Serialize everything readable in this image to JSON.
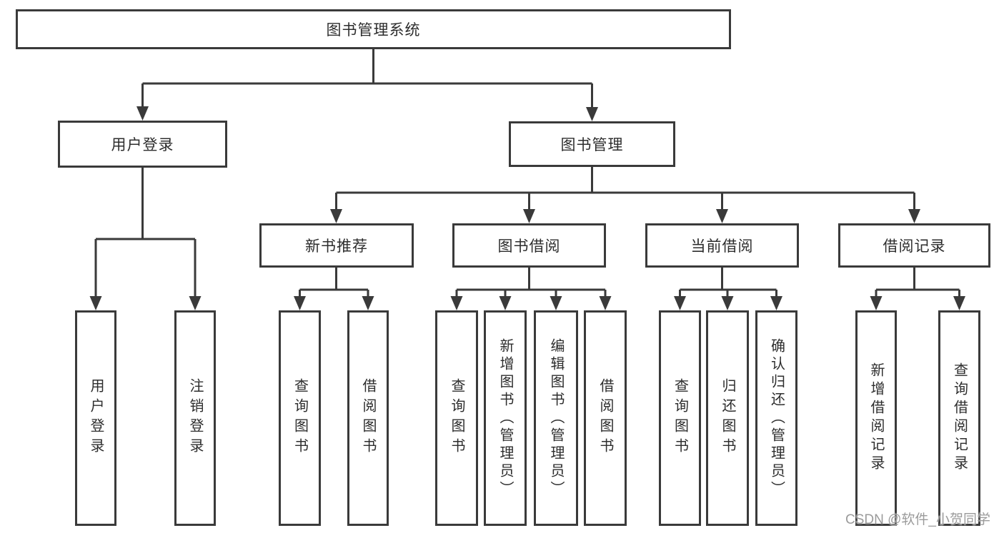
{
  "diagram": {
    "title": "图书管理系统",
    "type": "hierarchy-tree"
  },
  "nodes": {
    "root": {
      "label": "图书管理系统"
    },
    "user_login": {
      "label": "用户登录"
    },
    "book_mgmt": {
      "label": "图书管理"
    },
    "new_book": {
      "label": "新书推荐"
    },
    "book_borrow": {
      "label": "图书借阅"
    },
    "current_borrow": {
      "label": "当前借阅"
    },
    "borrow_records": {
      "label": "借阅记录"
    },
    "leaf_user_login": {
      "label": "用户登录"
    },
    "leaf_logout": {
      "label": "注销登录"
    },
    "leaf_query_book_1": {
      "label": "查询图书"
    },
    "leaf_borrow_book_1": {
      "label": "借阅图书"
    },
    "leaf_query_book_2": {
      "label": "查询图书"
    },
    "leaf_add_book": {
      "label": "新增图书（管理员）"
    },
    "leaf_edit_book": {
      "label": "编辑图书（管理员）"
    },
    "leaf_borrow_book_2": {
      "label": "借阅图书"
    },
    "leaf_query_book_3": {
      "label": "查询图书"
    },
    "leaf_return_book": {
      "label": "归还图书"
    },
    "leaf_confirm_return": {
      "label": "确认归还（管理员）"
    },
    "leaf_add_record": {
      "label": "新增借阅记录"
    },
    "leaf_query_record": {
      "label": "查询借阅记录"
    }
  },
  "hierarchy": {
    "图书管理系统": {
      "用户登录": [
        "用户登录",
        "注销登录"
      ],
      "图书管理": {
        "新书推荐": [
          "查询图书",
          "借阅图书"
        ],
        "图书借阅": [
          "查询图书",
          "新增图书（管理员）",
          "编辑图书（管理员）",
          "借阅图书"
        ],
        "当前借阅": [
          "查询图书",
          "归还图书",
          "确认归还（管理员）"
        ],
        "借阅记录": [
          "新增借阅记录",
          "查询借阅记录"
        ]
      }
    }
  },
  "watermark": {
    "text": "CSDN @软件_小贺同学",
    "color": "#9b9b9b"
  },
  "colors": {
    "line": "#3a3a3a",
    "box_border": "#3a3a3a",
    "box_background": "#ffffff",
    "text": "#2d2d2d",
    "page_background": "#ffffff"
  }
}
